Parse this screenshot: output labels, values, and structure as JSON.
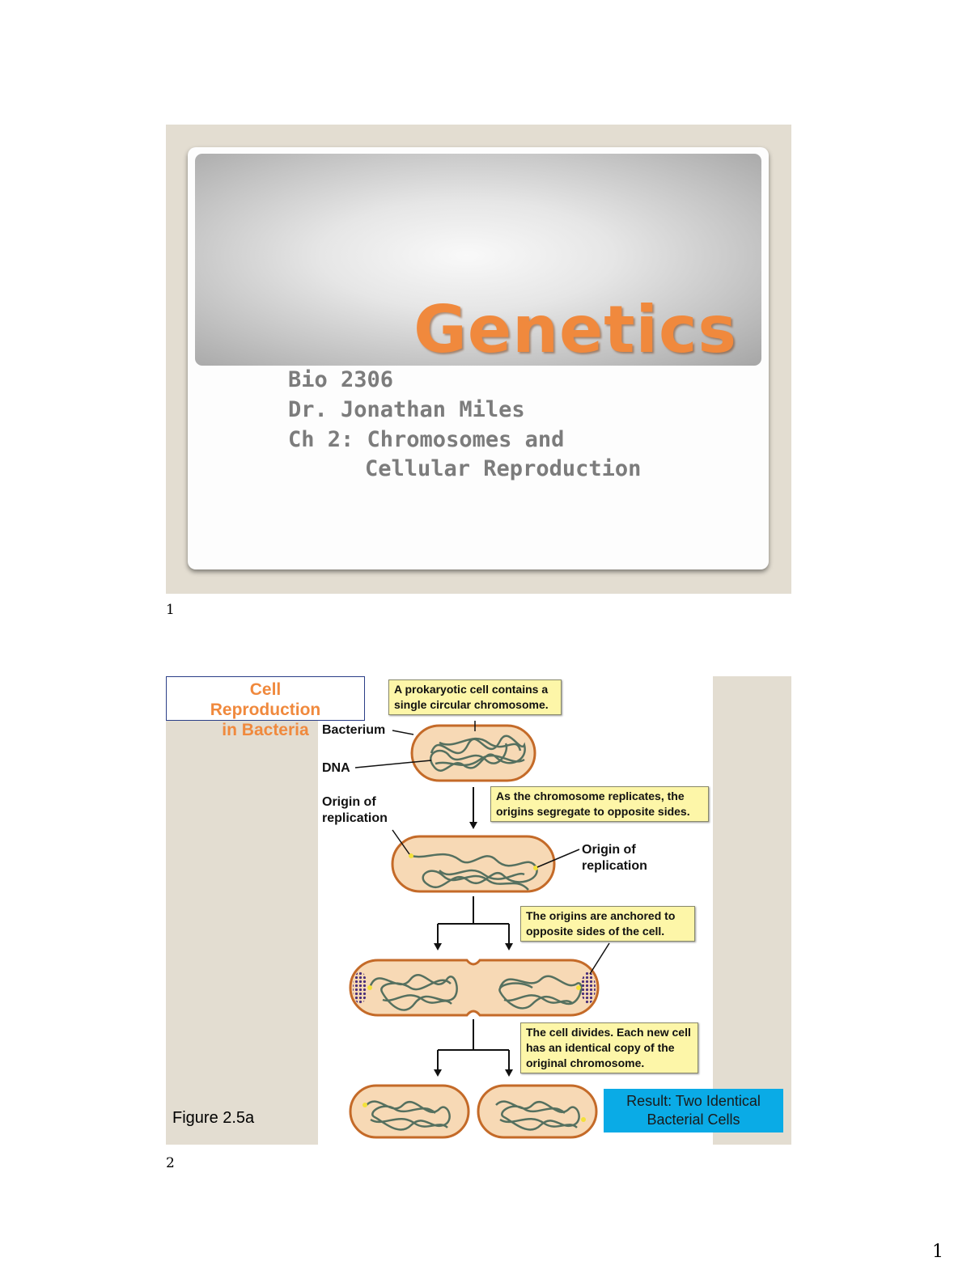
{
  "slide1": {
    "title": "Genetics",
    "lines": [
      "Bio 2306",
      "Dr. Jonathan Miles",
      "Ch 2: Chromosomes and",
      "Cellular Reproduction"
    ],
    "slide_number": "1"
  },
  "slide2": {
    "heading": "Cell Reproduction in Bacteria",
    "callouts": [
      "A prokaryotic cell contains a single circular chromosome.",
      "As the chromosome replicates, the origins segregate to opposite sides.",
      "The origins are anchored to opposite sides of the cell.",
      "The cell divides. Each new cell has an identical copy of the original chromosome."
    ],
    "labels": {
      "bacterium": "Bacterium",
      "dna": "DNA",
      "origin_left": "Origin of replication",
      "origin_right": "Origin of replication"
    },
    "figure_label": "Figure 2.5a",
    "result": "Result: Two Identical Bacterial Cells",
    "slide_number": "2"
  },
  "page_number": "1",
  "colors": {
    "title_orange": "#f0893d",
    "cell_fill": "#f7d9b5",
    "cell_border": "#c46a28",
    "dna": "#55705f",
    "callout_fill": "#fdf6a8",
    "result_fill": "#0aabe6",
    "slide_bg": "#e3ddd1"
  }
}
